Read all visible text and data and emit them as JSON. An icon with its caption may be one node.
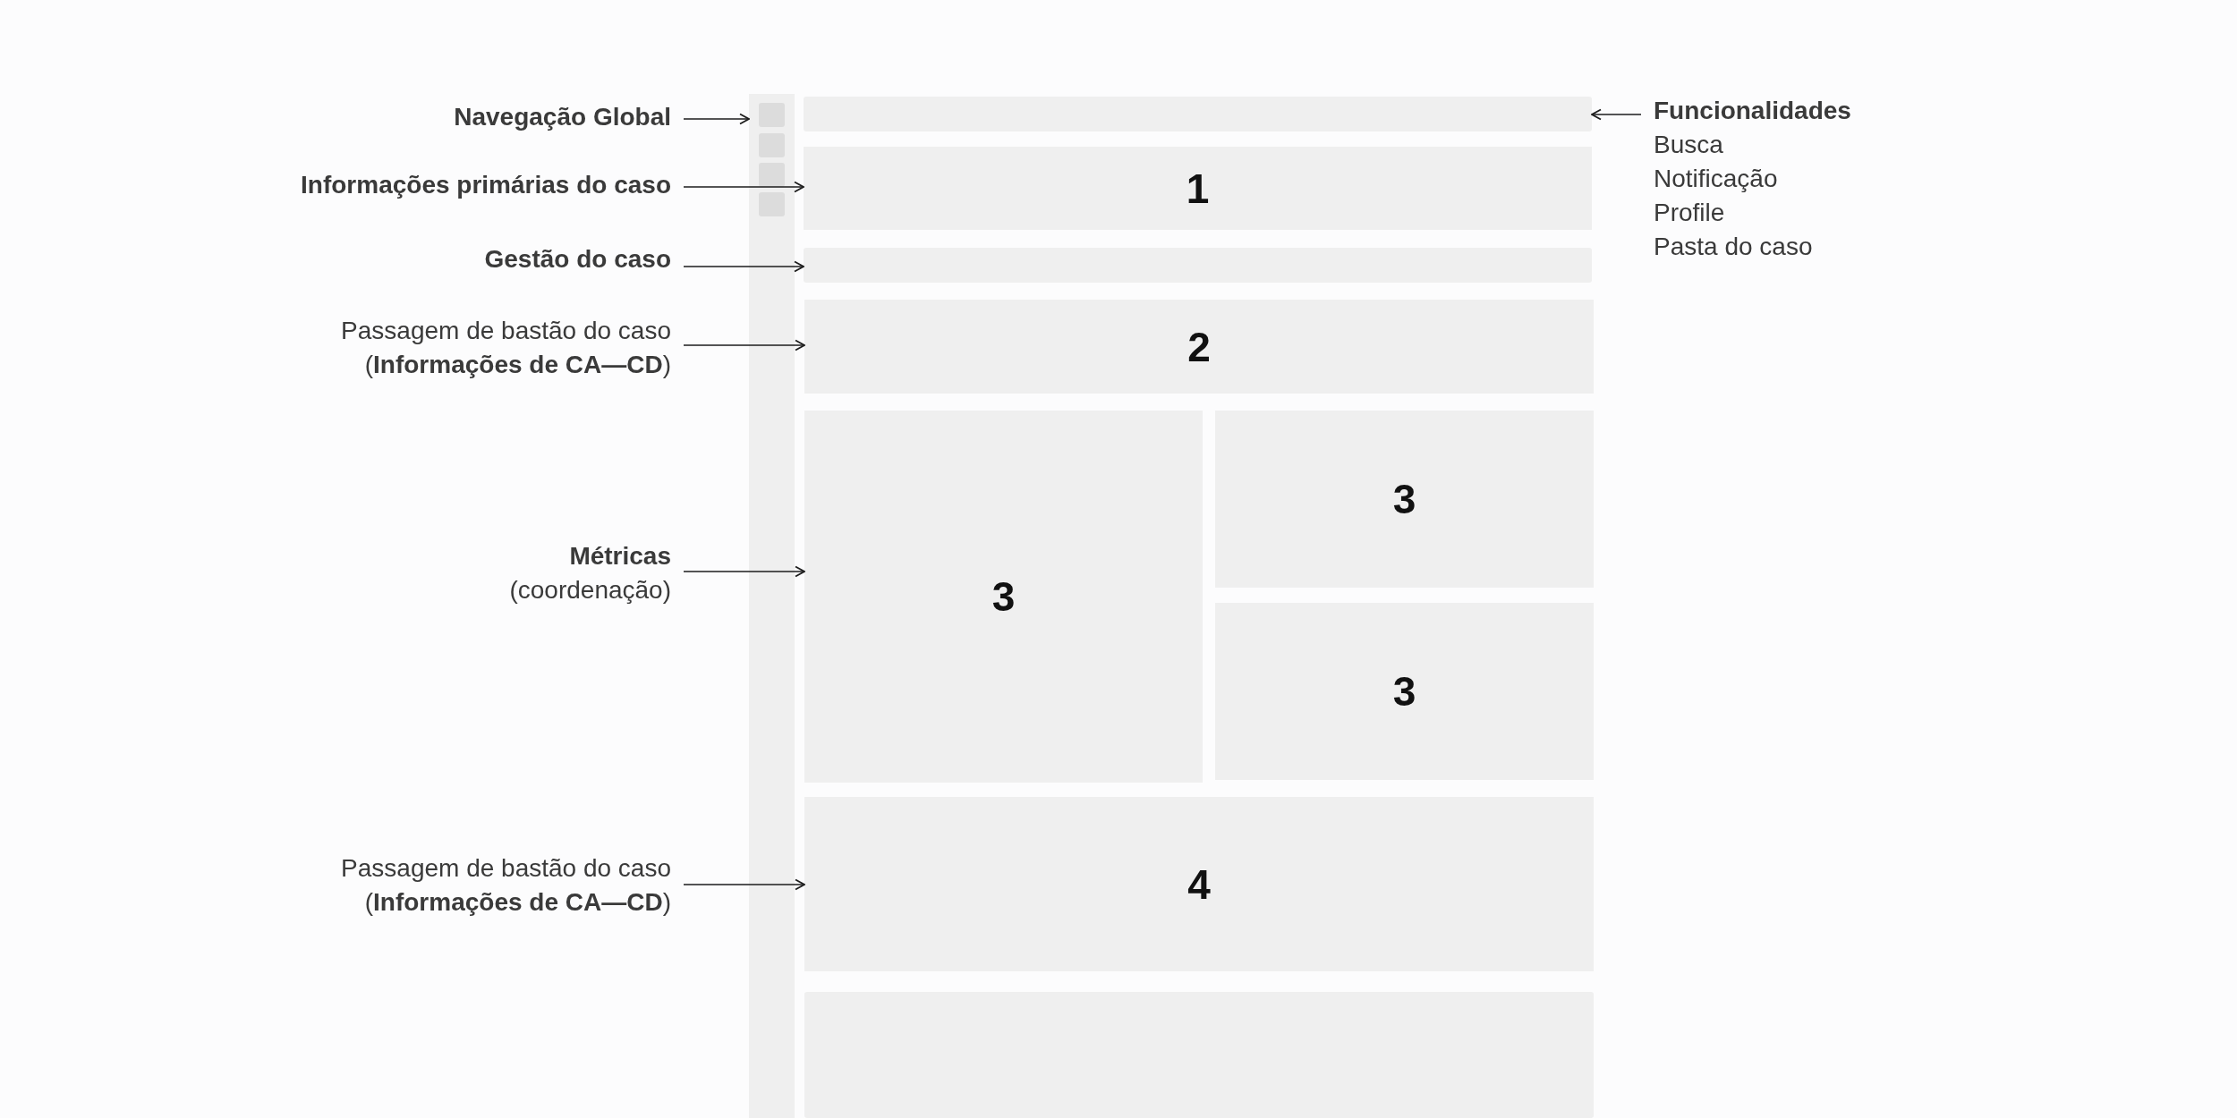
{
  "diagram": {
    "nodes": [
      {
        "text": [
          "Navegação Global"
        ]
      },
      {
        "text": [],
        "shape": "bar"
      },
      {
        "text": [],
        "shape": "box",
        "in": 1
      },
      {
        "text": [],
        "shape": "box",
        "in": 1
      },
      {
        "text": [],
        "shape": "box",
        "in": 1
      },
      {
        "text": [],
        "shape": "box",
        "in": 1
      },
      {
        "text": [],
        "shape": "box"
      },
      {
        "text": [
          "Funcionalidades",
          "Busca",
          "Notificação",
          "Profile",
          "Pasta do caso"
        ]
      },
      {
        "text": [
          "Informações primárias do caso"
        ]
      },
      {
        "text": [
          "1"
        ]
      },
      {
        "text": [
          "Gestão do caso"
        ]
      },
      {
        "text": [],
        "shape": "box"
      },
      {
        "text": [
          "Passagem de bastão do caso",
          "(**Informações de CA—CD**)"
        ]
      },
      {
        "text": [
          "2"
        ]
      },
      {
        "text": [
          "Métricas",
          "(coordenação)"
        ]
      },
      {
        "text": [
          "3"
        ]
      },
      {
        "text": [
          "3"
        ]
      },
      {
        "text": [
          "3"
        ]
      },
      {
        "text": [
          "Passagem de bastão do caso",
          "(**Informações de CA—CD**)"
        ]
      },
      {
        "text": [
          "4"
        ]
      },
      {
        "text": [],
        "shape": "box"
      }
    ],
    "edges": [
      {
        "from": 0,
        "to": 1,
        "arrow": "to"
      },
      {
        "from": 7,
        "to": 6,
        "arrow": "to"
      },
      {
        "from": 8,
        "to": 9,
        "arrow": "to"
      },
      {
        "from": 10,
        "to": 11,
        "arrow": "to"
      },
      {
        "from": 12,
        "to": 13,
        "arrow": "to"
      },
      {
        "from": 14,
        "to": 15,
        "arrow": "to"
      },
      {
        "from": 18,
        "to": 19,
        "arrow": "to"
      }
    ]
  }
}
